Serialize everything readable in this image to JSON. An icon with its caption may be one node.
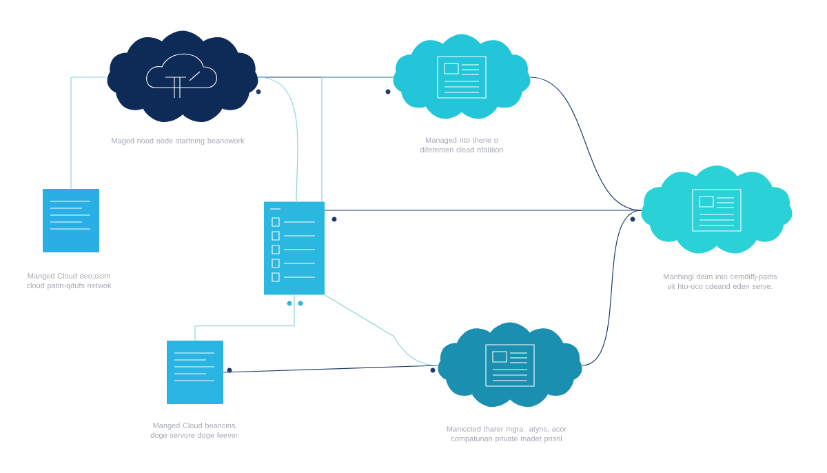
{
  "diagram": {
    "nodes": [
      {
        "text": [],
        "shape": "cloud",
        "beside": [
          "Maged nood node startning beanowork"
        ]
      },
      {
        "text": [],
        "shape": "cloud",
        "beside": [
          "Managed nto thene o diferenten clead nfatition"
        ]
      },
      {
        "text": [],
        "shape": "box",
        "beside": [
          "Manged Cloud deo;ciom cloud patin-qdufs netwok"
        ]
      },
      {
        "text": [],
        "shape": "box"
      },
      {
        "text": [],
        "shape": "cloud",
        "beside": [
          "Manhingl dalm into cemdiffj-paths vit hto-oco cdeand eden serve."
        ]
      },
      {
        "text": [],
        "shape": "box",
        "beside": [
          "Manged Cloud beancins, doge servore doge feever."
        ]
      },
      {
        "text": [],
        "shape": "cloud",
        "beside": [
          "Maniccted tharer mgra. atyns, acor compatunan private madet prisnl"
        ]
      }
    ],
    "edges": [
      {
        "from": 0,
        "to": 1,
        "arrow": "none"
      },
      {
        "from": 1,
        "to": 4,
        "arrow": "none"
      },
      {
        "from": 3,
        "to": 4,
        "arrow": "none"
      },
      {
        "from": 6,
        "to": 4,
        "arrow": "none"
      },
      {
        "from": 5,
        "to": 6,
        "arrow": "none"
      },
      {
        "from": 2,
        "to": 0,
        "arrow": "none",
        "color": "#8fd3dc"
      },
      {
        "from": 0,
        "to": 3,
        "arrow": "none",
        "color": "#8fd3dc"
      },
      {
        "from": 1,
        "to": 3,
        "arrow": "none",
        "color": "#8fd3dc"
      },
      {
        "from": 3,
        "to": 5,
        "arrow": "none",
        "color": "#8fd3dc"
      },
      {
        "from": 3,
        "to": 6,
        "arrow": "none",
        "color": "#8fd3dc"
      }
    ]
  }
}
